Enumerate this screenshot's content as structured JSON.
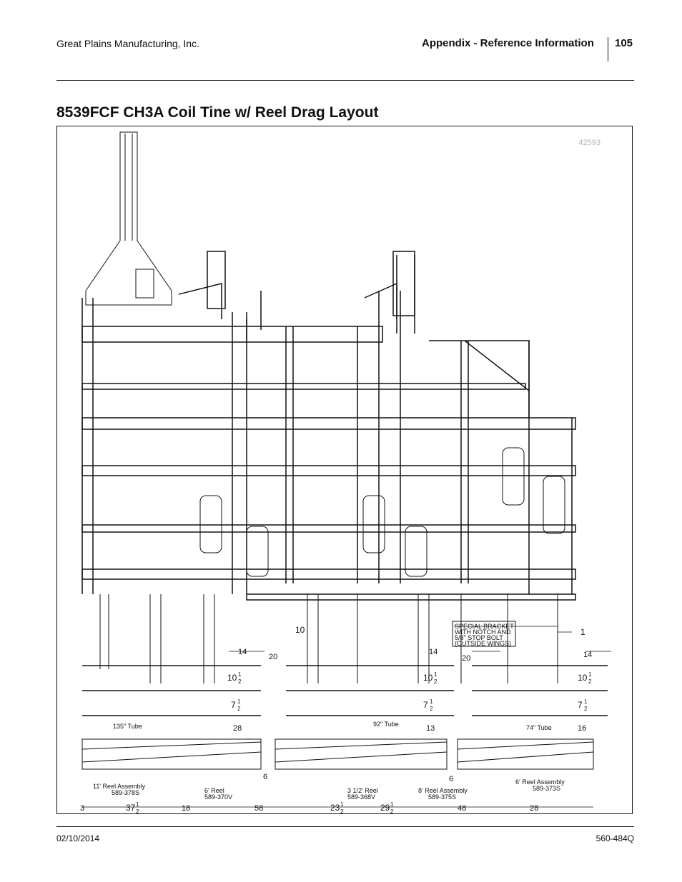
{
  "header": {
    "company": "Great Plains Manufacturing, Inc.",
    "section": "Appendix - Reference Information",
    "page_number": "105"
  },
  "title": "8539FCF CH3A Coil Tine w/ Reel Drag Layout",
  "figure": {
    "id": "42593",
    "labels": {
      "bracket_note": [
        "SPECIAL BRACKET",
        "WITH NOTCH AND",
        "5/8\" STOP BOLT",
        "(OUTSIDE WINGS)"
      ],
      "callout_1": "1",
      "dim_10": "10",
      "dim_14a": "14",
      "dim_20a": "20",
      "dim_14b": "14",
      "dim_20b": "20",
      "dim_14c": "14",
      "tube_135": "135\" Tube",
      "tube_92": "92\" Tube",
      "tube_74": "74\" Tube",
      "dim_28a": "28",
      "dim_13": "13",
      "dim_16": "16",
      "dim_6a": "6",
      "dim_6b": "6",
      "reel_11": "11' Reel Assembly",
      "pn_378s": "589-378S",
      "reel_6": "6' Reel",
      "pn_370v": "589-370V",
      "reel_3half": "3 1/2' Reel",
      "pn_368v": "589-368V",
      "reel_8": "8' Reel Assembly",
      "pn_375s": "589-375S",
      "reel_6asm": "6' Reel Assembly",
      "pn_373s": "589-373S",
      "bot_3": "3",
      "bot_18": "18",
      "bot_58": "58",
      "bot_48": "48",
      "bot_28": "28",
      "frac_num": "1",
      "frac_den": "2",
      "w37": "37",
      "w23": "23",
      "w29": "29",
      "w10a": "10",
      "w10b": "10",
      "w10c": "10",
      "w7a": "7",
      "w7b": "7",
      "w7c": "7"
    }
  },
  "footer": {
    "date": "02/10/2014",
    "doc_number": "560-484Q"
  }
}
